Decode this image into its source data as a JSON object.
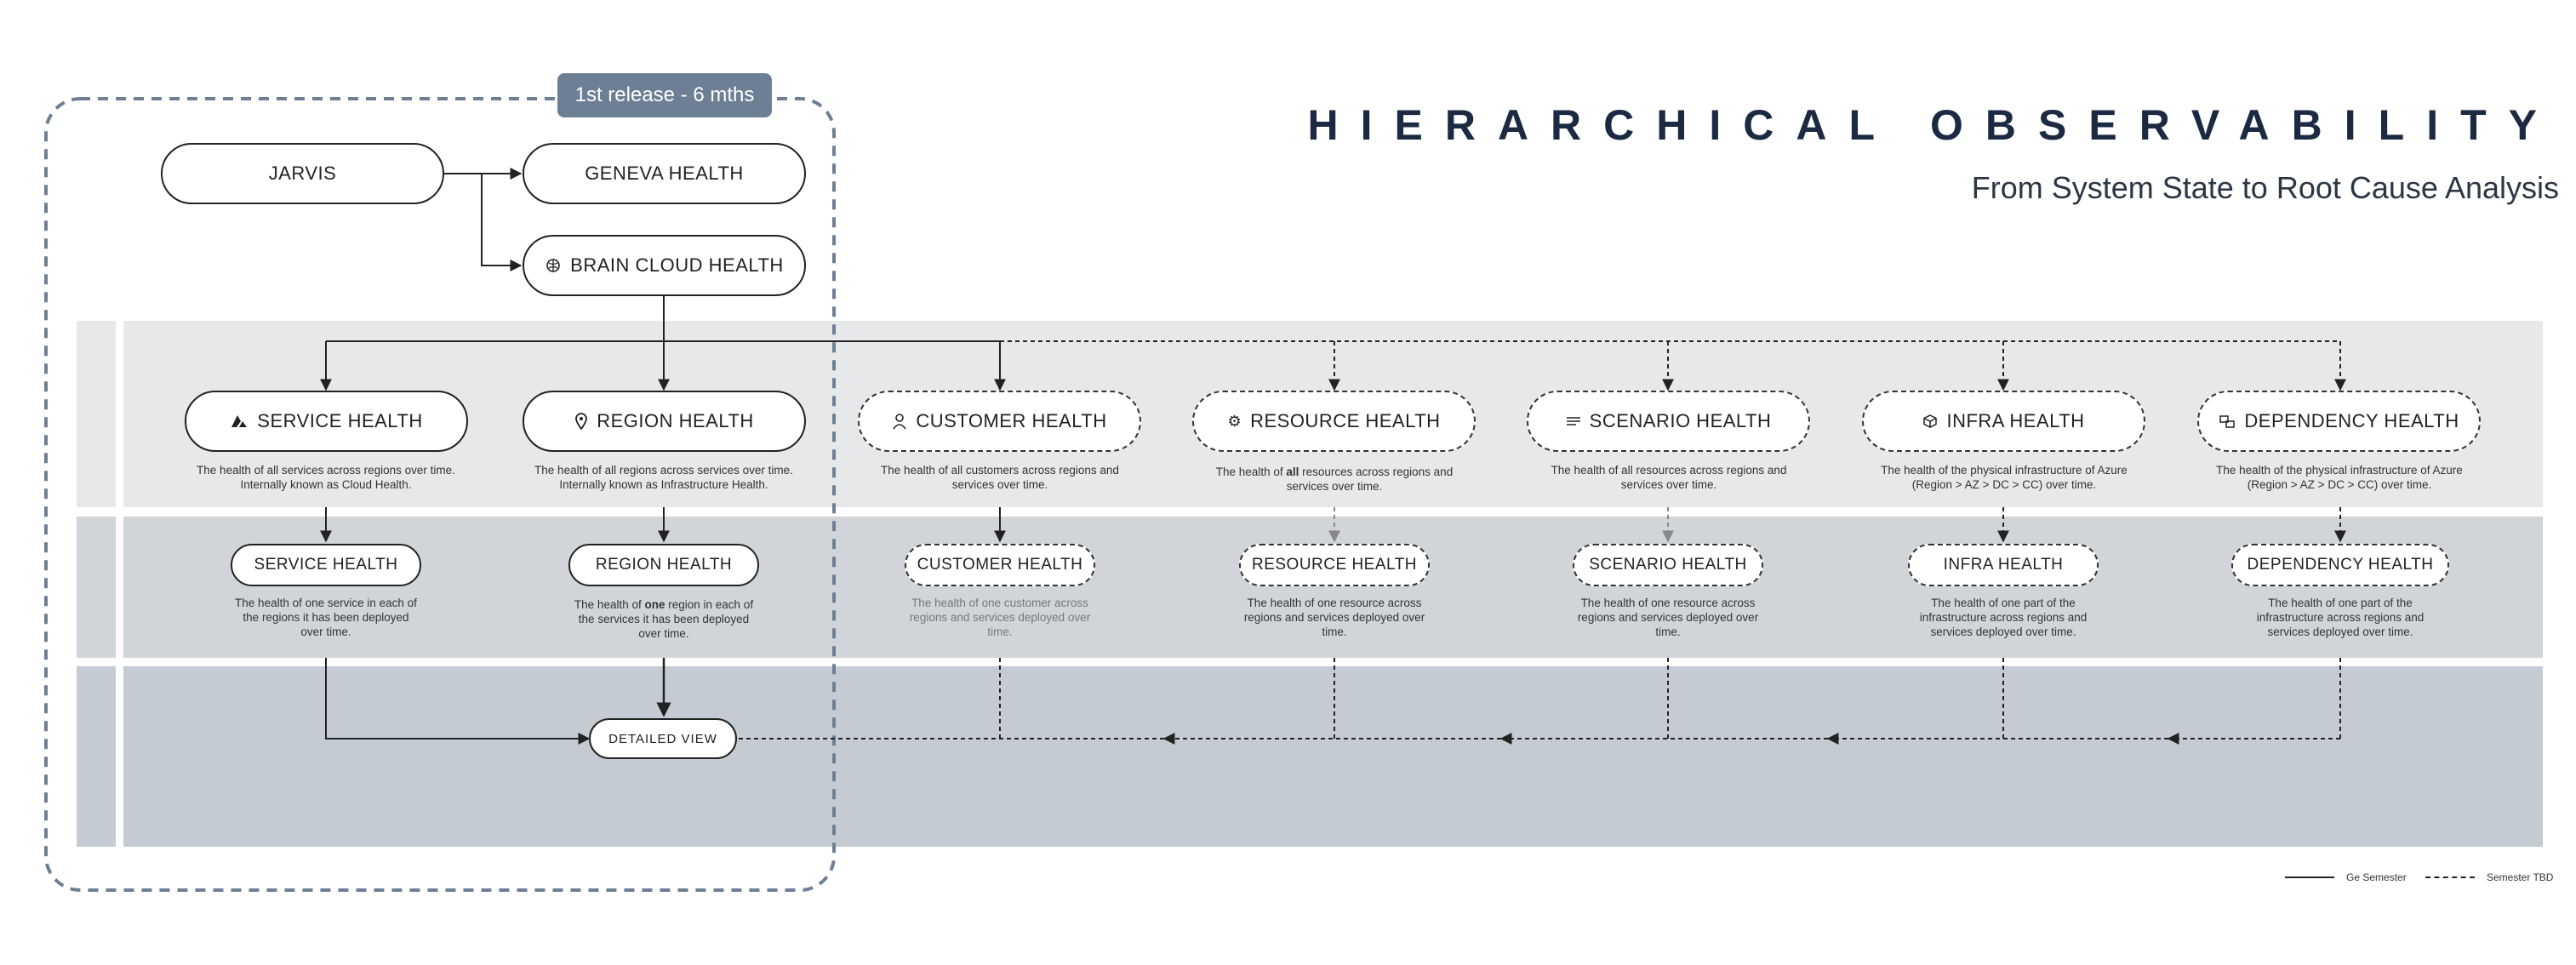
{
  "header": {
    "title": "HIERARCHICAL OBSERVABILITY",
    "subtitle": "From System State to Root Cause Analysis"
  },
  "release_tag": "1st release - 6 mths",
  "top_nodes": {
    "jarvis": "JARVIS",
    "geneva": "GENEVA HEALTH",
    "brain": "BRAIN CLOUD HEALTH"
  },
  "level1": [
    {
      "label": "SERVICE HEALTH",
      "icon": "azure-icon",
      "desc_1": "The health of all services across regions over time.",
      "desc_2": "Internally known as Cloud Health.",
      "style": "solid"
    },
    {
      "label": "REGION HEALTH",
      "icon": "location-pin-icon",
      "desc_1": "The health of all regions across services over time.",
      "desc_2": "Internally known as Infrastructure Health.",
      "style": "solid"
    },
    {
      "label": "CUSTOMER HEALTH",
      "icon": "person-icon",
      "desc_1": "The health of all customers across regions and",
      "desc_2": "services over time.",
      "style": "dashed"
    },
    {
      "label": "RESOURCE HEALTH",
      "icon": "gear-icon",
      "desc_1a": "The health of ",
      "desc_1b": "all",
      "desc_1c": " resources across regions and",
      "desc_2": "services over time.",
      "style": "dashed"
    },
    {
      "label": "SCENARIO HEALTH",
      "icon": "list-icon",
      "desc_1": "The health of all resources across regions and",
      "desc_2": "services over time.",
      "style": "dashed"
    },
    {
      "label": "INFRA HEALTH",
      "icon": "cube-icon",
      "desc_1": "The health of the physical infrastructure of Azure",
      "desc_2": "(Region > AZ > DC > CC) over time.",
      "style": "dashed"
    },
    {
      "label": "DEPENDENCY HEALTH",
      "icon": "dependency-icon",
      "desc_1": "The health of the physical infrastructure of Azure",
      "desc_2": "(Region > AZ > DC > CC) over time.",
      "style": "dashed"
    }
  ],
  "level2": [
    {
      "label": "SERVICE HEALTH",
      "d1": "The health of one service in each of",
      "d2": "the regions it has been deployed",
      "d3": "over time.",
      "style": "solid"
    },
    {
      "label": "REGION HEALTH",
      "d1a": "The health of ",
      "d1b": "one",
      "d1c": " region in each of",
      "d2": "the services it has been deployed",
      "d3": "over time.",
      "style": "solid"
    },
    {
      "label": "CUSTOMER HEALTH",
      "d1": "The health of one customer across",
      "d2": "regions and services deployed over",
      "d3": "time.",
      "style": "dashed"
    },
    {
      "label": "RESOURCE HEALTH",
      "d1": "The health of one resource across",
      "d2": "regions and services deployed over",
      "d3": "time.",
      "style": "dashed"
    },
    {
      "label": "SCENARIO HEALTH",
      "d1": "The health of one resource across",
      "d2": "regions and services deployed over",
      "d3": "time.",
      "style": "dashed"
    },
    {
      "label": "INFRA HEALTH",
      "d1": "The health of one part of the",
      "d2": "infrastructure across regions and",
      "d3": "services deployed over time.",
      "style": "dashed"
    },
    {
      "label": "DEPENDENCY HEALTH",
      "d1": "The health of one part of the",
      "d2": "infrastructure across regions and",
      "d3": "services deployed over time.",
      "style": "dashed"
    }
  ],
  "detailed_view": "DETAILED VIEW",
  "legend": {
    "solid": "Ge Semester",
    "dashed": "Semester TBD"
  },
  "colors": {
    "band1": "#e7e8ea",
    "band2": "#d1d5da",
    "band3": "#c5cbd2",
    "release_border": "#6d7f95",
    "title": "#1b2a42"
  }
}
